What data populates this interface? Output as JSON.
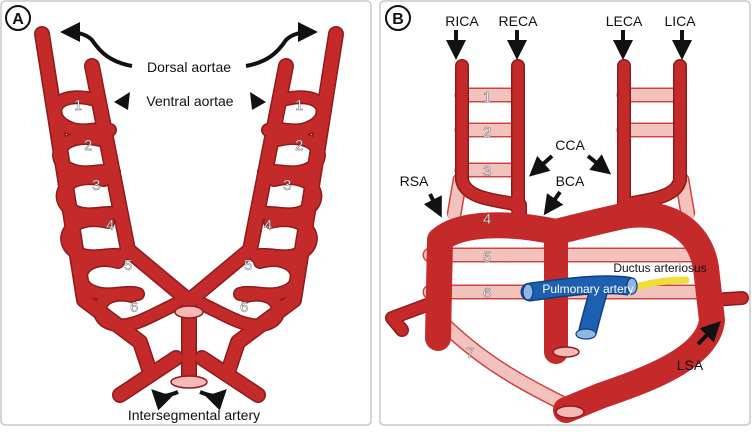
{
  "panel_a": {
    "letter": "A",
    "dorsal_aortae_label": "Dorsal aortae",
    "ventral_aortae_label": "Ventral aortae",
    "intersegmental_label": "Intersegmental artery",
    "arch_numbers": [
      "1",
      "2",
      "3",
      "4",
      "5",
      "6"
    ]
  },
  "panel_b": {
    "letter": "B",
    "rica_label": "RICA",
    "reca_label": "RECA",
    "leca_label": "LECA",
    "lica_label": "LICA",
    "cca_label": "CCA",
    "bca_label": "BCA",
    "rsa_label": "RSA",
    "lsa_label": "LSA",
    "ductus_label": "Ductus arteriosus",
    "pulmonary_label": "Pulmonary artery",
    "arch_numbers": [
      "1",
      "2",
      "3",
      "4",
      "5",
      "6",
      "7"
    ]
  },
  "colors": {
    "artery": "#c42a2a",
    "artery_dark": "#8e1a1a",
    "artery_pale": "#f2c3bd",
    "lumen": "#f7b8b8",
    "pulmonary": "#1d5fb0",
    "ductus": "#f0dd3a",
    "border": "#c8c8c8"
  }
}
